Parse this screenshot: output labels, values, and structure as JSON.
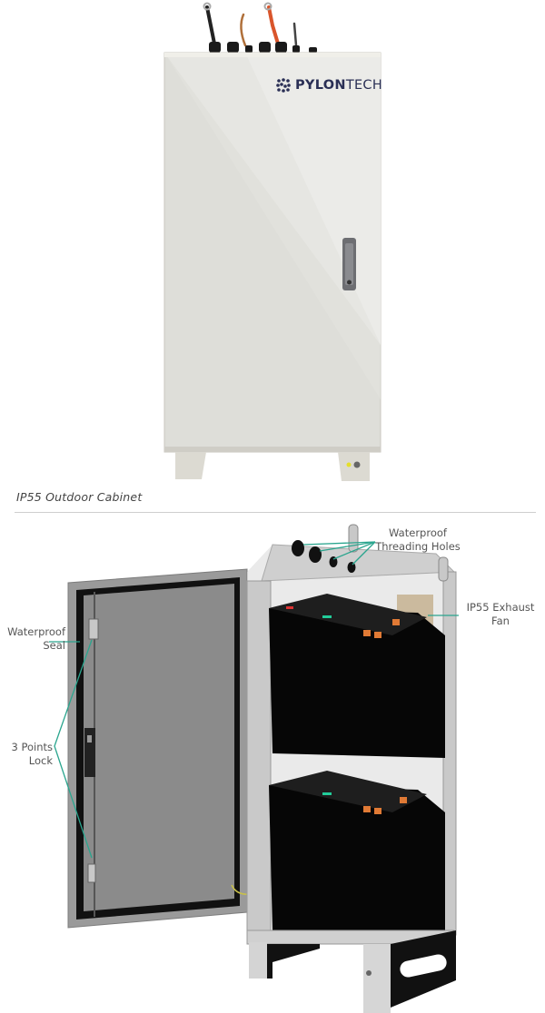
{
  "product": {
    "brand": {
      "bold": "PYLON",
      "light": "TECH"
    },
    "photo_alt": "IP55 outdoor battery cabinet, closed, front view"
  },
  "caption": "IP55 Outdoor Cabinet",
  "diagram": {
    "alt": "Exploded view of open cabinet with two stacked battery modules",
    "annotations": [
      {
        "id": "threading_holes",
        "line1": "Waterproof",
        "line2": "Threading Holes"
      },
      {
        "id": "exhaust_fan",
        "line1": "IP55 Exhaust",
        "line2": "Fan"
      },
      {
        "id": "seal",
        "line1": "Waterproof",
        "line2": "Seal"
      },
      {
        "id": "lock",
        "line1": "3 Points",
        "line2": "Lock"
      }
    ]
  },
  "colors": {
    "leader_line": "#2aa58e",
    "brand": "#2a2f55",
    "cabinet": "#e4e4e0",
    "door_gray": "#8a8a8a"
  }
}
